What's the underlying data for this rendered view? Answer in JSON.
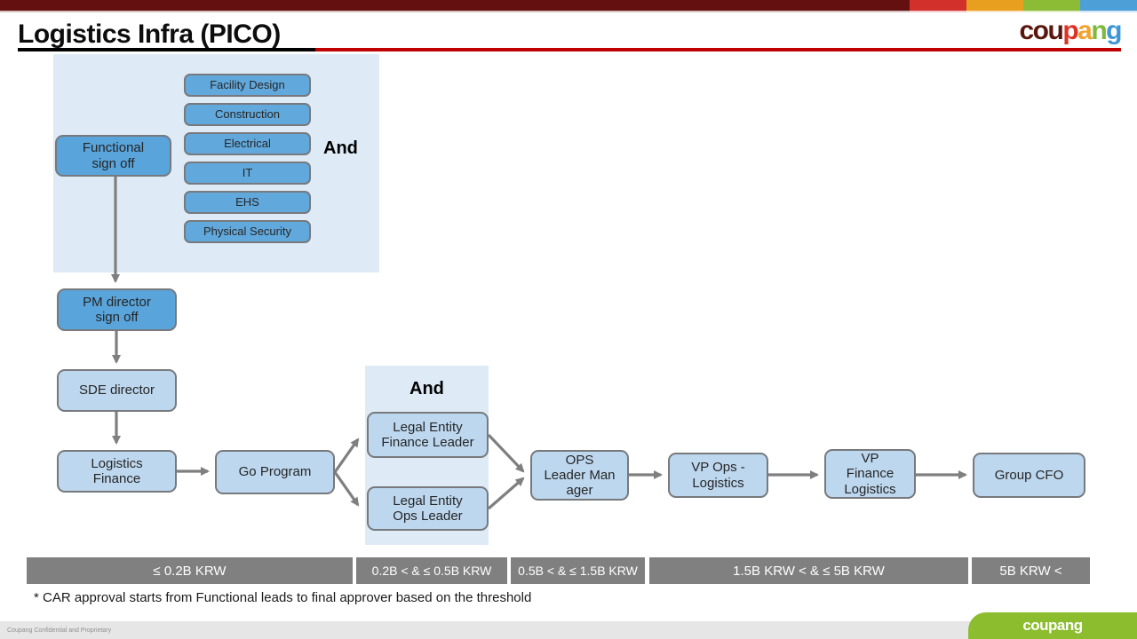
{
  "header": {
    "title": "Logistics Infra (PICO)",
    "logo": {
      "parts": [
        {
          "text": "cou",
          "color": "#5A170E"
        },
        {
          "text": "p",
          "color": "#DE3426"
        },
        {
          "text": "a",
          "color": "#F0A32F"
        },
        {
          "text": "n",
          "color": "#7DB93C"
        },
        {
          "text": "g",
          "color": "#3E97D5"
        }
      ]
    }
  },
  "colors": {
    "top_bar_segments": [
      "#640F10",
      "#D2312B",
      "#E89E1F",
      "#8CBB35",
      "#4D9FD8"
    ],
    "title_underline_red": "#C00000",
    "node_medium_blue": "#58A4DB",
    "node_light_blue": "#BDD7EE",
    "group_region_blue": "#DEEBF7",
    "threshold_bar_gray": "#808080",
    "footer_green": "#8BBD2F",
    "arrow_gray": "#7F7F7F"
  },
  "flow": {
    "functional": {
      "label": "Functional\nsign off"
    },
    "facility_design": {
      "label": "Facility Design"
    },
    "construction": {
      "label": "Construction"
    },
    "electrical": {
      "label": "Electrical"
    },
    "it": {
      "label": "IT"
    },
    "ehs": {
      "label": "EHS"
    },
    "physical_security": {
      "label": "Physical Security"
    },
    "and_functional": {
      "label": "And"
    },
    "pm_director": {
      "label": "PM director\nsign off"
    },
    "sde_director": {
      "label": "SDE director"
    },
    "logistics_finance": {
      "label": "Logistics\nFinance"
    },
    "go_program": {
      "label": "Go Program"
    },
    "and_legal": {
      "label": "And"
    },
    "legal_finance": {
      "label": "Legal Entity\nFinance Leader"
    },
    "legal_ops": {
      "label": "Legal Entity\nOps Leader"
    },
    "ops_leader": {
      "label": "OPS\nLeader Man\nager"
    },
    "vp_ops": {
      "label": "VP Ops -\nLogistics"
    },
    "vp_finance": {
      "label": "VP\nFinance\nLogistics"
    },
    "group_cfo": {
      "label": "Group CFO"
    }
  },
  "thresholds": [
    {
      "label": "≤ 0.2B KRW"
    },
    {
      "label": "0.2B < & ≤ 0.5B KRW"
    },
    {
      "label": "0.5B < & ≤ 1.5B KRW"
    },
    {
      "label": "1.5B KRW < & ≤ 5B KRW"
    },
    {
      "label": "5B KRW <"
    }
  ],
  "notes": {
    "footnote": "* CAR approval starts from Functional leads to final approver based on the threshold",
    "confidential": "Coupang Confidential and Proprietary",
    "footer_logo": "coupang"
  }
}
